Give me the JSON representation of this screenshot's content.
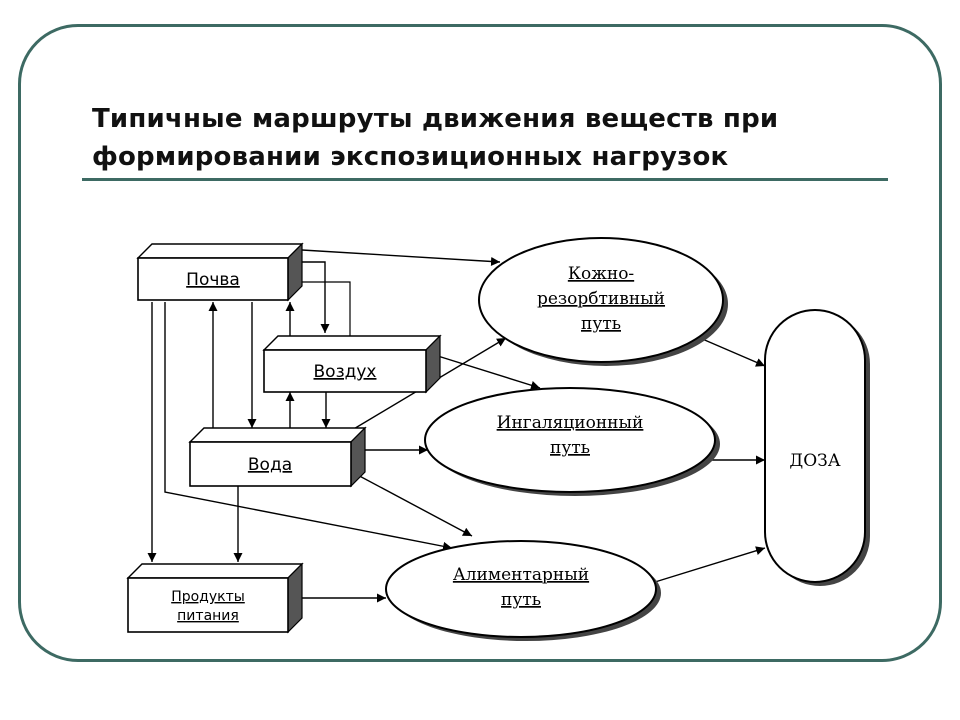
{
  "slide": {
    "title_line1": "Типичные маршруты движения веществ при",
    "title_line2": "формировании экспозиционных нагрузок"
  },
  "sources": {
    "soil": "Почва",
    "air": "Воздух",
    "water": "Вода",
    "food_line1": "Продукты",
    "food_line2": "питания"
  },
  "pathways": {
    "dermal_line1": "Кожно-",
    "dermal_line2": "резорбтивный",
    "dermal_line3": "путь",
    "inhalation_line1": "Ингаляционный",
    "inhalation_line2": "путь",
    "alimentary_line1": "Алиментарный",
    "alimentary_line2": "путь"
  },
  "target": {
    "dose": "ДОЗА"
  },
  "colors": {
    "frame": "#3d6a63",
    "shadow": "#444444",
    "line": "#000000"
  }
}
